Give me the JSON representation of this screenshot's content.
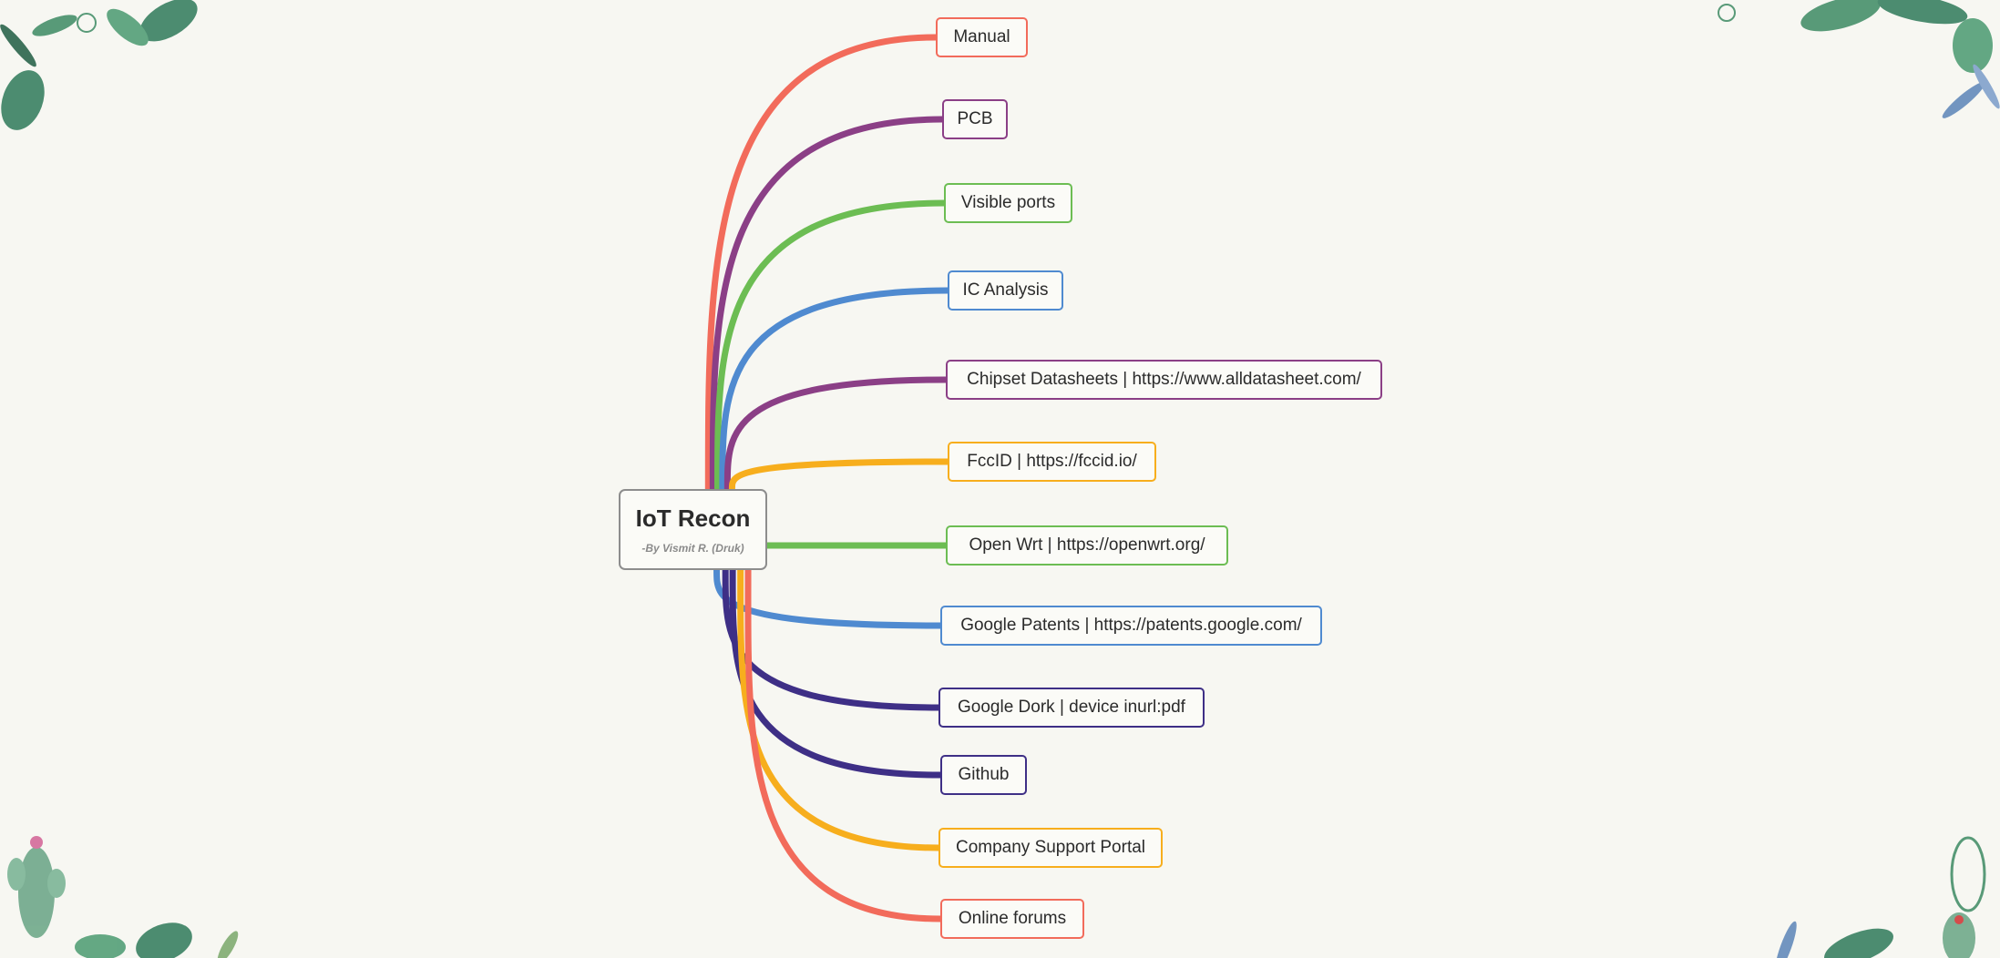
{
  "root": {
    "title": "IoT Recon",
    "subtitle": "-By Vismit R. (Druk)"
  },
  "branches": [
    {
      "label": "Manual",
      "color": "#f26b5b"
    },
    {
      "label": "PCB",
      "color": "#8b3f86"
    },
    {
      "label": "Visible ports",
      "color": "#6cbd53"
    },
    {
      "label": "IC Analysis",
      "color": "#4f8ad0"
    },
    {
      "label": "Chipset Datasheets | https://www.alldatasheet.com/",
      "color": "#8b3f86"
    },
    {
      "label": "FccID | https://fccid.io/",
      "color": "#f7ae1d"
    },
    {
      "label": "Open Wrt | https://openwrt.org/",
      "color": "#6cbd53"
    },
    {
      "label": "Google Patents | https://patents.google.com/",
      "color": "#4f8ad0"
    },
    {
      "label": "Google Dork | device inurl:pdf",
      "color": "#3e2f86"
    },
    {
      "label": "Github",
      "color": "#3e2f86"
    },
    {
      "label": "Company Support Portal",
      "color": "#f7ae1d"
    },
    {
      "label": "Online forums",
      "color": "#f26b5b"
    }
  ],
  "decorations": {
    "corner_art": "tropical-leaves-icon",
    "cactus": "cactus-icon"
  }
}
